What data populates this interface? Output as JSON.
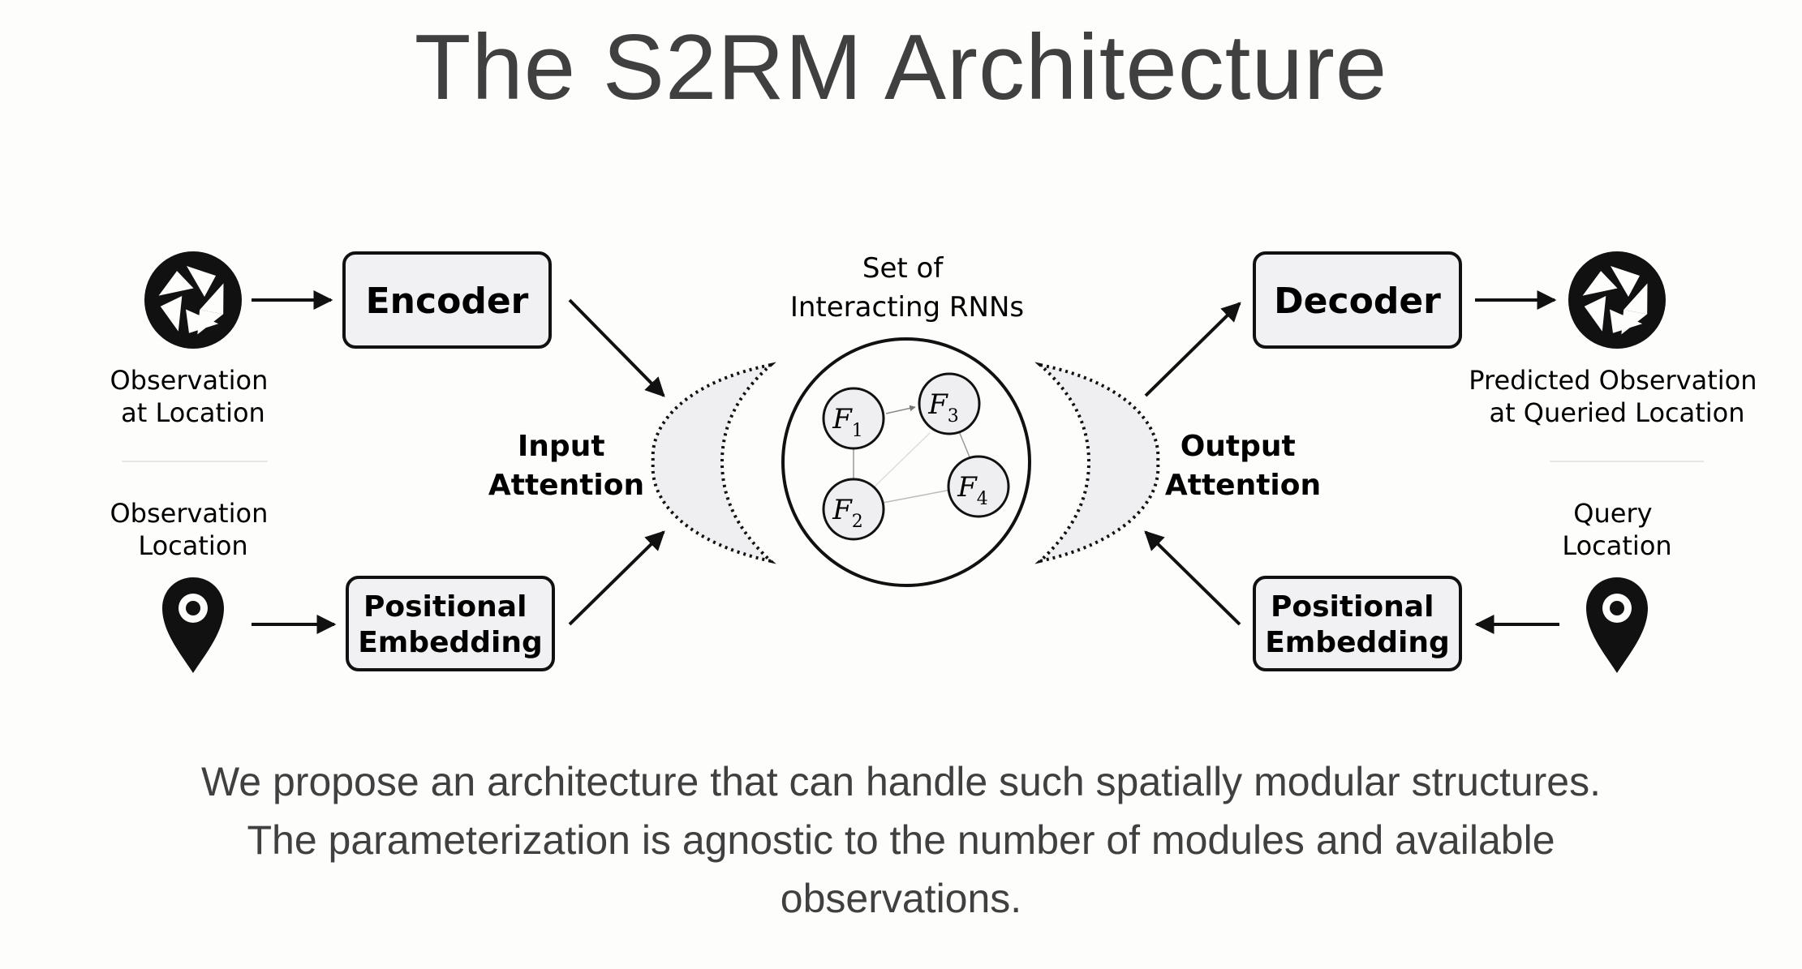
{
  "title": "The S2RM Architecture",
  "diagram": {
    "left": {
      "observation_label": [
        "Observation",
        "at Location"
      ],
      "location_label": [
        "Observation",
        "Location"
      ],
      "encoder": "Encoder",
      "positional_embedding": [
        "Positional",
        "Embedding"
      ],
      "attention_label": [
        "Input",
        "Attention"
      ]
    },
    "center": {
      "label": [
        "Set of",
        "Interacting RNNs"
      ],
      "modules": [
        {
          "letter": "F",
          "sub": "1"
        },
        {
          "letter": "F",
          "sub": "3"
        },
        {
          "letter": "F",
          "sub": "2"
        },
        {
          "letter": "F",
          "sub": "4"
        }
      ]
    },
    "right": {
      "decoder": "Decoder",
      "observation_label": [
        "Predicted Observation",
        "at Queried Location"
      ],
      "location_label": [
        "Query",
        "Location"
      ],
      "positional_embedding": [
        "Positional",
        "Embedding"
      ],
      "attention_label": [
        "Output",
        "Attention"
      ]
    },
    "icons": {
      "camera": "camera-aperture-icon",
      "pin": "location-pin-icon"
    }
  },
  "caption": [
    "We propose an architecture that can handle such spatially modular structures.",
    "The parameterization is agnostic to the number of modules and available",
    "observations."
  ]
}
